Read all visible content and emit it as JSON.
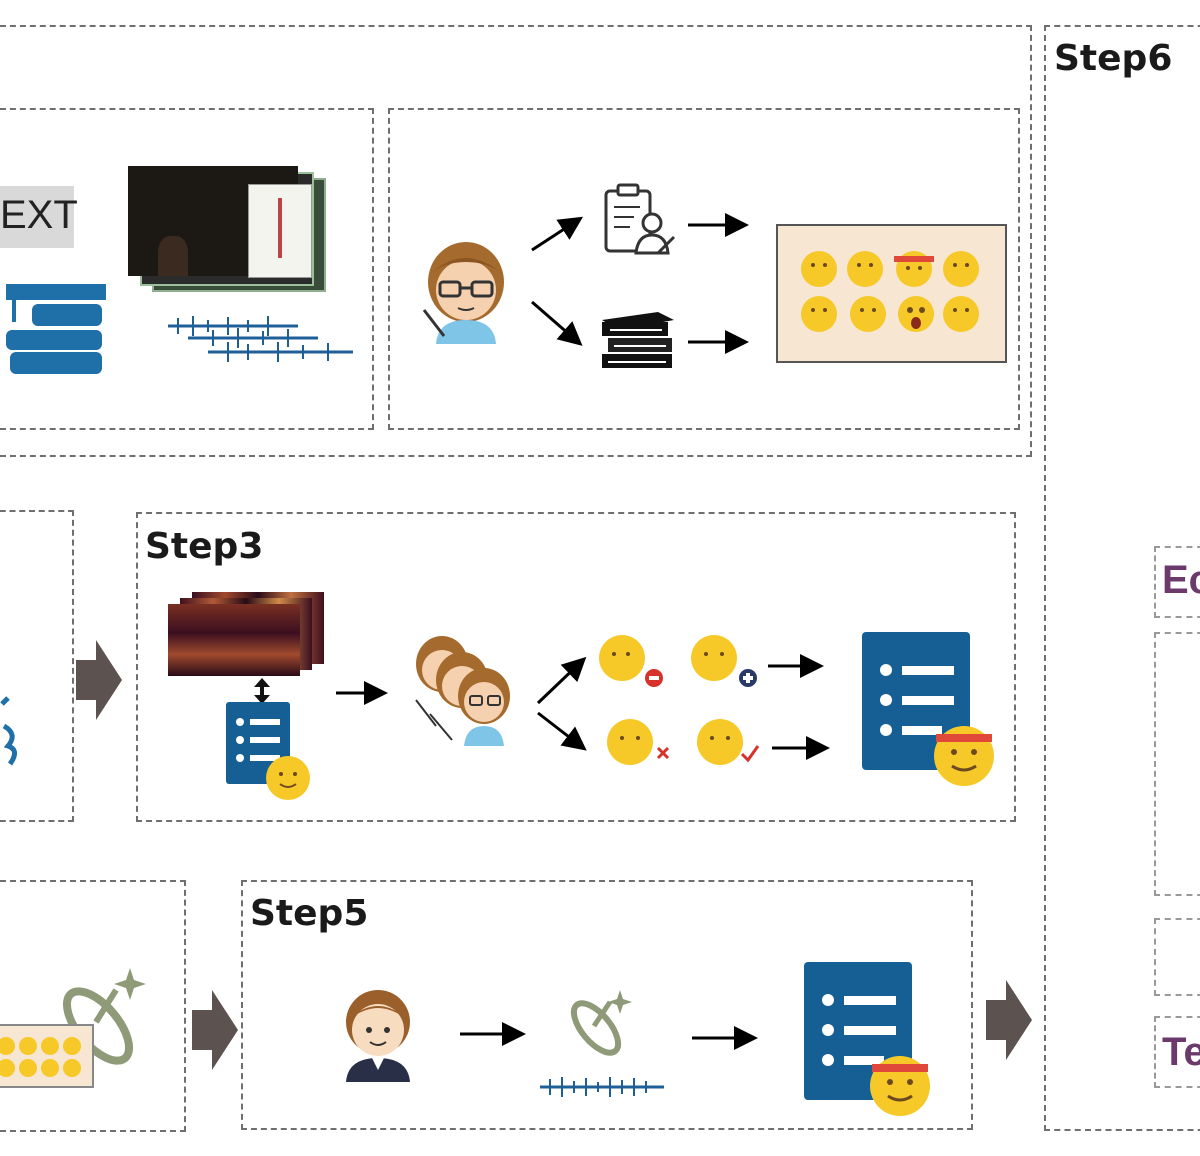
{
  "labels": {
    "step3": "Step3",
    "step5": "Step5",
    "step6": "Step6",
    "text_tag": "EXT",
    "right_tag_1": "Ec",
    "right_tag_2": "Te"
  },
  "colors": {
    "brand_blue": "#155f94",
    "emoji_yellow": "#f6c928",
    "arrow_gray": "#5c5350",
    "purple": "#6b3a6b",
    "olive": "#8e9a78"
  },
  "icons": [
    "teacher-icon",
    "clipboard-person-icon",
    "books-icon",
    "emoji-grid-icon",
    "spectrogram-icon",
    "document-list-icon",
    "waveform-icon",
    "ai-sparkle-icon"
  ]
}
